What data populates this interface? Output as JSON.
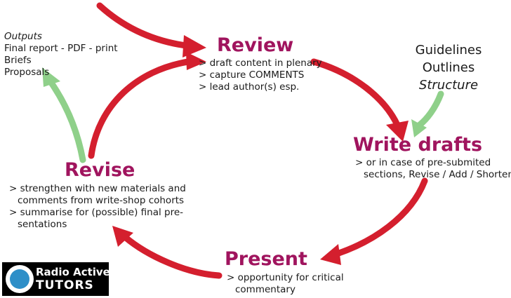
{
  "colors": {
    "cycle_arrow": "#d41f2e",
    "input_arrow": "#8fd08a",
    "stage_title": "#a0145e"
  },
  "outputs": {
    "title": "Outputs",
    "items": [
      "Final report - PDF - print",
      "Briefs",
      "Proposals"
    ]
  },
  "guides": {
    "items": [
      "Guidelines",
      "Outlines",
      "Structure"
    ]
  },
  "stages": {
    "review": {
      "title": "Review",
      "notes": [
        "> draft content in plenary",
        "> capture COMMENTS",
        "> lead author(s) esp."
      ]
    },
    "write": {
      "title": "Write drafts",
      "notes": [
        "> or in case of pre-submited",
        "sections, Revise / Add / Shorten!"
      ]
    },
    "present": {
      "title": "Present",
      "notes": [
        "> opportunity for critical",
        "commentary"
      ]
    },
    "revise": {
      "title": "Revise",
      "notes": [
        "> strengthen with new materials and",
        "comments from write-shop cohorts",
        "> summarise for (possible) final pre-",
        "sentations"
      ]
    }
  },
  "logo": {
    "line1": "Radio Active",
    "line2": "TUTORS"
  }
}
